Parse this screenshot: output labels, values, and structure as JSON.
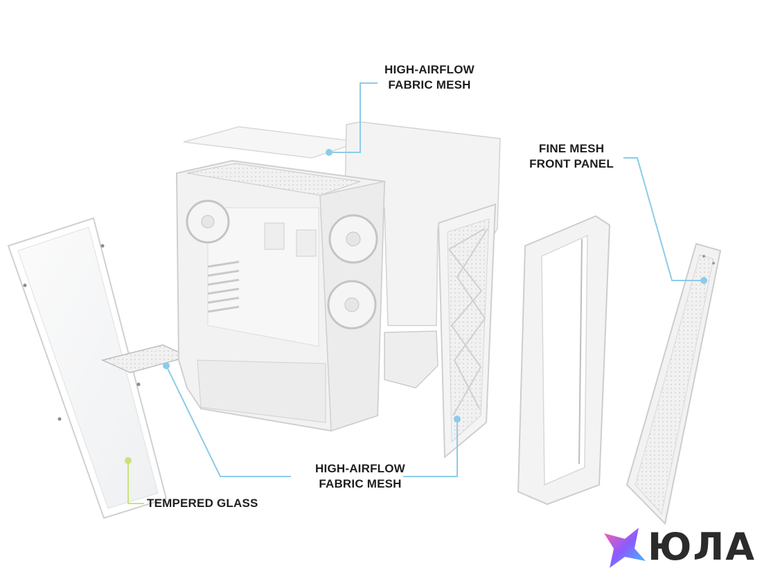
{
  "labels": {
    "top_mesh": [
      "HIGH-AIRFLOW",
      "FABRIC MESH"
    ],
    "front_panel": [
      "FINE MESH",
      "FRONT PANEL"
    ],
    "bottom_mesh": [
      "HIGH-AIRFLOW",
      "FABRIC MESH"
    ],
    "glass": "TEMPERED GLASS"
  },
  "logo": {
    "text": "ЮЛА"
  },
  "colors": {
    "leader_blue": "#8ccbe8",
    "leader_green": "#c9e27a",
    "part_fill": "#f4f4f4",
    "part_edge": "#cfcfcf",
    "text": "#1e1e1e"
  }
}
